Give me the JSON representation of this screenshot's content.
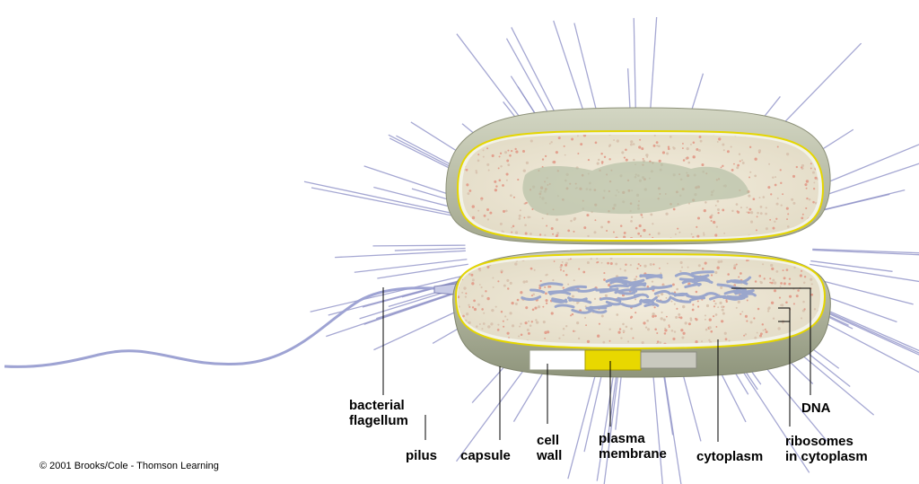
{
  "labels": {
    "flagellum": "bacterial flagellum",
    "flagellum_l1": "bacterial",
    "flagellum_l2": "flagellum",
    "pilus": "pilus",
    "capsule": "capsule",
    "cell_wall_l1": "cell",
    "cell_wall_l2": "wall",
    "plasma_l1": "plasma",
    "plasma_l2": "membrane",
    "cytoplasm": "cytoplasm",
    "dna": "DNA",
    "ribosomes_l1": "ribosomes",
    "ribosomes_l2": "in cytoplasm"
  },
  "credit": "© 2001 Brooks/Cole - Thomson Learning",
  "colors": {
    "capsule": "#b9bea6",
    "cytoplasm": "#efe6d2",
    "membrane": "#e8d800",
    "pili": "#8f92c8",
    "dna": "#9aa6cc"
  }
}
